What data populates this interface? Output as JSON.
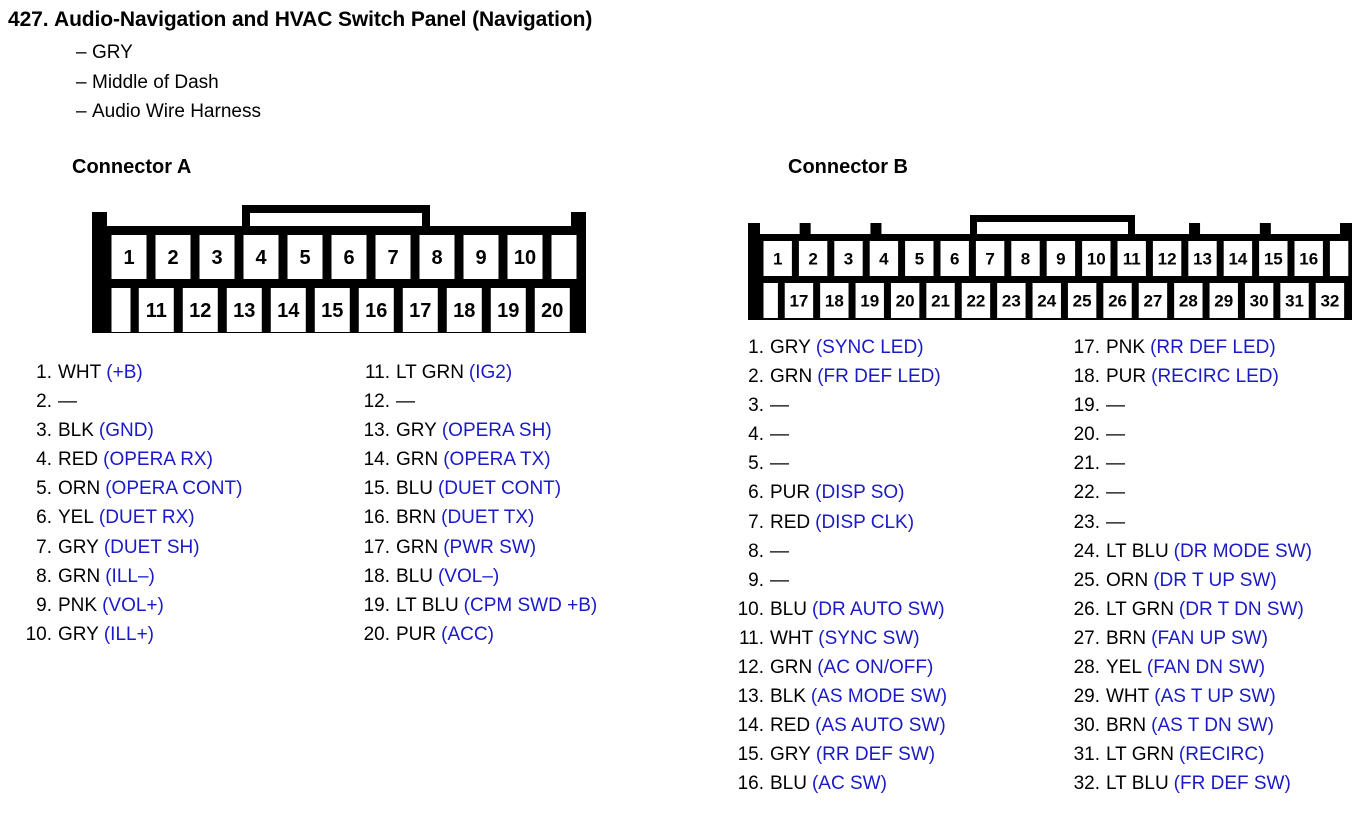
{
  "header": {
    "number": "427.",
    "title": "Audio-Navigation and HVAC Switch Panel (Navigation)",
    "dash": "–",
    "subitems": [
      "GRY",
      "Middle of Dash",
      "Audio Wire Harness"
    ]
  },
  "colors": {
    "signal_blue": "#1a1ac8",
    "text_black": "#000000",
    "housing_black": "#000000",
    "cell_white": "#ffffff"
  },
  "connector_a": {
    "heading": "Connector A",
    "diagram": {
      "top_row_pins": [
        "1",
        "2",
        "3",
        "4",
        "5",
        "6",
        "7",
        "8",
        "9",
        "10"
      ],
      "bottom_row_pins": [
        "11",
        "12",
        "13",
        "14",
        "15",
        "16",
        "17",
        "18",
        "19",
        "20"
      ]
    },
    "column1": [
      {
        "num": "1.",
        "wire": "WHT",
        "signal": "(+B)"
      },
      {
        "num": "2.",
        "wire": "—",
        "signal": ""
      },
      {
        "num": "3.",
        "wire": "BLK",
        "signal": "(GND)"
      },
      {
        "num": "4.",
        "wire": "RED",
        "signal": "(OPERA RX)"
      },
      {
        "num": "5.",
        "wire": "ORN",
        "signal": "(OPERA CONT)"
      },
      {
        "num": "6.",
        "wire": "YEL",
        "signal": "(DUET RX)"
      },
      {
        "num": "7.",
        "wire": "GRY",
        "signal": "(DUET SH)"
      },
      {
        "num": "8.",
        "wire": "GRN",
        "signal": "(ILL–)"
      },
      {
        "num": "9.",
        "wire": "PNK",
        "signal": "(VOL+)"
      },
      {
        "num": "10.",
        "wire": "GRY",
        "signal": "(ILL+)"
      }
    ],
    "column2": [
      {
        "num": "11.",
        "wire": "LT GRN",
        "signal": "(IG2)"
      },
      {
        "num": "12.",
        "wire": "—",
        "signal": ""
      },
      {
        "num": "13.",
        "wire": "GRY",
        "signal": "(OPERA SH)"
      },
      {
        "num": "14.",
        "wire": "GRN",
        "signal": "(OPERA TX)"
      },
      {
        "num": "15.",
        "wire": "BLU",
        "signal": "(DUET CONT)"
      },
      {
        "num": "16.",
        "wire": "BRN",
        "signal": "(DUET TX)"
      },
      {
        "num": "17.",
        "wire": "GRN",
        "signal": "(PWR SW)"
      },
      {
        "num": "18.",
        "wire": "BLU",
        "signal": "(VOL–)"
      },
      {
        "num": "19.",
        "wire": "LT BLU",
        "signal": "(CPM SWD +B)"
      },
      {
        "num": "20.",
        "wire": "PUR",
        "signal": "(ACC)"
      }
    ]
  },
  "connector_b": {
    "heading": "Connector B",
    "diagram": {
      "top_row_pins": [
        "1",
        "2",
        "3",
        "4",
        "5",
        "6",
        "7",
        "8",
        "9",
        "10",
        "11",
        "12",
        "13",
        "14",
        "15",
        "16"
      ],
      "bottom_row_pins": [
        "17",
        "18",
        "19",
        "20",
        "21",
        "22",
        "23",
        "24",
        "25",
        "26",
        "27",
        "28",
        "29",
        "30",
        "31",
        "32"
      ]
    },
    "column1": [
      {
        "num": "1.",
        "wire": "GRY",
        "signal": "(SYNC LED)"
      },
      {
        "num": "2.",
        "wire": "GRN",
        "signal": "(FR DEF LED)"
      },
      {
        "num": "3.",
        "wire": "—",
        "signal": ""
      },
      {
        "num": "4.",
        "wire": "—",
        "signal": ""
      },
      {
        "num": "5.",
        "wire": "—",
        "signal": ""
      },
      {
        "num": "6.",
        "wire": "PUR",
        "signal": "(DISP SO)"
      },
      {
        "num": "7.",
        "wire": "RED",
        "signal": "(DISP CLK)"
      },
      {
        "num": "8.",
        "wire": "—",
        "signal": ""
      },
      {
        "num": "9.",
        "wire": "—",
        "signal": ""
      },
      {
        "num": "10.",
        "wire": "BLU",
        "signal": "(DR AUTO SW)"
      },
      {
        "num": "11.",
        "wire": "WHT",
        "signal": "(SYNC SW)"
      },
      {
        "num": "12.",
        "wire": "GRN",
        "signal": "(AC ON/OFF)"
      },
      {
        "num": "13.",
        "wire": "BLK",
        "signal": "(AS MODE SW)"
      },
      {
        "num": "14.",
        "wire": "RED",
        "signal": "(AS AUTO SW)"
      },
      {
        "num": "15.",
        "wire": "GRY",
        "signal": "(RR DEF SW)"
      },
      {
        "num": "16.",
        "wire": "BLU",
        "signal": "(AC SW)"
      }
    ],
    "column2": [
      {
        "num": "17.",
        "wire": "PNK",
        "signal": "(RR DEF LED)"
      },
      {
        "num": "18.",
        "wire": "PUR",
        "signal": "(RECIRC LED)"
      },
      {
        "num": "19.",
        "wire": "—",
        "signal": ""
      },
      {
        "num": "20.",
        "wire": "—",
        "signal": ""
      },
      {
        "num": "21.",
        "wire": "—",
        "signal": ""
      },
      {
        "num": "22.",
        "wire": "—",
        "signal": ""
      },
      {
        "num": "23.",
        "wire": "—",
        "signal": ""
      },
      {
        "num": "24.",
        "wire": "LT BLU",
        "signal": "(DR MODE SW)"
      },
      {
        "num": "25.",
        "wire": "ORN",
        "signal": "(DR T UP SW)"
      },
      {
        "num": "26.",
        "wire": "LT GRN",
        "signal": "(DR T DN SW)"
      },
      {
        "num": "27.",
        "wire": "BRN",
        "signal": "(FAN UP SW)"
      },
      {
        "num": "28.",
        "wire": "YEL",
        "signal": "(FAN DN SW)"
      },
      {
        "num": "29.",
        "wire": "WHT",
        "signal": "(AS T UP SW)"
      },
      {
        "num": "30.",
        "wire": "BRN",
        "signal": "(AS T DN SW)"
      },
      {
        "num": "31.",
        "wire": "LT GRN",
        "signal": "(RECIRC)"
      },
      {
        "num": "32.",
        "wire": "LT BLU",
        "signal": "(FR DEF SW)"
      }
    ]
  }
}
